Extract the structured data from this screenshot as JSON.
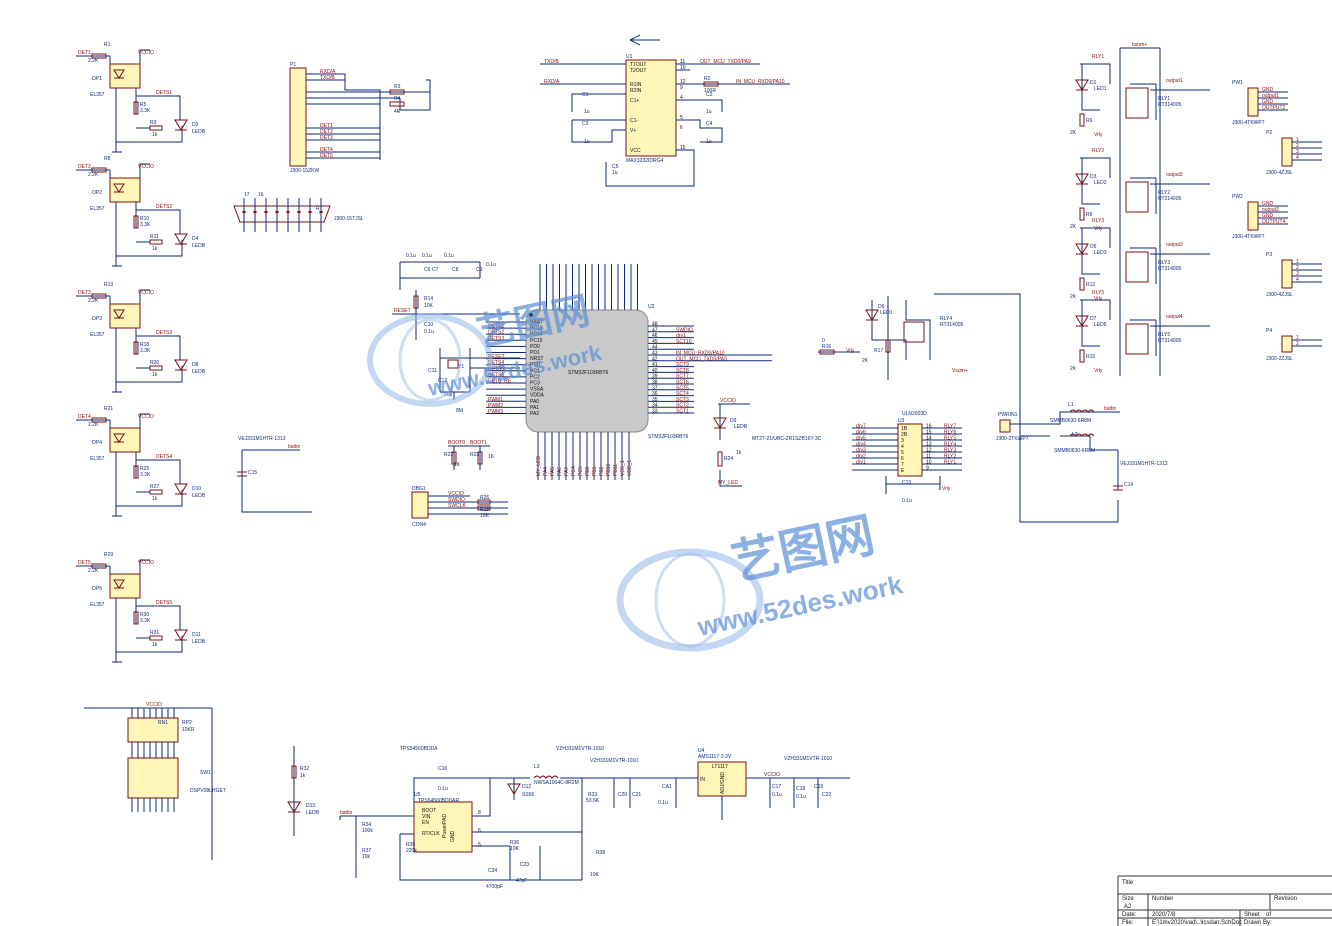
{
  "watermark": {
    "brand": "艺图网",
    "url": "www.52des.work",
    "color": "#5b8fd6"
  },
  "colors": {
    "wire": "#0b2a7a",
    "part": "#7a1010",
    "chip_fill": "#fff6b8",
    "net_label": "#8a0a0a"
  },
  "opto_channels": [
    {
      "det": "DET1",
      "r_top": "R1",
      "r_val": "2.2K",
      "opto": "OP1",
      "opto_type": "EL357",
      "r_mid": "R5",
      "r_mid_val": "3.3K",
      "r_low": "R3",
      "r_low_val": "1k",
      "led": "D2",
      "led_type": "LEDB",
      "dets": "DETS1",
      "vcc": "VCCIO"
    },
    {
      "det": "DET2",
      "r_top": "R8",
      "r_val": "2.2K",
      "opto": "OP2",
      "opto_type": "EL357",
      "r_mid": "R10",
      "r_mid_val": "3.3K",
      "r_low": "R11",
      "r_low_val": "1k",
      "led": "D4",
      "led_type": "LEDB",
      "dets": "DETS2",
      "vcc": "VCCIO"
    },
    {
      "det": "DET3",
      "r_top": "R13",
      "r_val": "2.2K",
      "opto": "OP3",
      "opto_type": "EL357",
      "r_mid": "R18",
      "r_mid_val": "3.3K",
      "r_low": "R20",
      "r_low_val": "1k",
      "led": "D8",
      "led_type": "LEDB",
      "dets": "DETS3",
      "vcc": "VCCIO"
    },
    {
      "det": "DET4",
      "r_top": "R21",
      "r_val": "2.2K",
      "opto": "OP4",
      "opto_type": "EL357",
      "r_mid": "R25",
      "r_mid_val": "3.3K",
      "r_low": "R27",
      "r_low_val": "1k",
      "led": "D10",
      "led_type": "LEDB",
      "dets": "DETS4",
      "vcc": "VCCIO"
    },
    {
      "det": "DET5",
      "r_top": "R29",
      "r_val": "2.2K",
      "opto": "OP5",
      "opto_type": "EL357",
      "r_mid": "R30",
      "r_mid_val": "3.3K",
      "r_low": "R31",
      "r_low_val": "1k",
      "led": "D11",
      "led_type": "LEDB",
      "dets": "DETS5",
      "vcc": "VCCIO"
    }
  ],
  "p1": {
    "ref": "P1",
    "part": "J300-15ZKW",
    "nets": [
      "RXD/A",
      "TXD/B",
      "DET1",
      "DET2",
      "DET3",
      "DET4",
      "DET5"
    ],
    "r_a": "R3",
    "r_b": "R4",
    "r_val": "4R"
  },
  "db": {
    "ref": "R",
    "part": "J300-15TJSL",
    "pin_a": "17",
    "pin_b": "16"
  },
  "u1": {
    "ref": "U1",
    "part": "MAX3232IDRG4",
    "left_pins": [
      "T1OUT",
      "T2OUT",
      "R1IN",
      "R2IN",
      "C1+",
      "C1-",
      "V+",
      "VCC"
    ],
    "right_nums": [
      "11",
      "10",
      "12",
      "9",
      "4",
      "5",
      "6",
      "15"
    ],
    "in_nets": [
      "TXD/B",
      "RXD/A"
    ],
    "out_nets": [
      "OUT_MCU_TXD0/PA9",
      "IN_MCU_RXD0/PA10"
    ],
    "r2": "R2",
    "r2_val": "100R",
    "caps": [
      "C1",
      "C2",
      "C3",
      "C4",
      "C5"
    ],
    "cap_val": "1u"
  },
  "decoupling": {
    "caps": [
      "C6",
      "C7",
      "C8",
      "C9"
    ],
    "vals": [
      "0.1u",
      "0.1u",
      "0.1u",
      "0.1u"
    ]
  },
  "reset": {
    "net": "RESET",
    "r": "R14",
    "r_val": "10K",
    "c": "C10",
    "c_val": "0.1u",
    "xtal": "Y1",
    "xtal_val": "8M",
    "c_a": "C11",
    "c_b": "C12",
    "c_x_val": "20p"
  },
  "u2": {
    "ref": "U2",
    "part": "STM32F103RBT6",
    "core_label": "STM32F103RBT6",
    "left_pins": [
      "VBAT",
      "PC13",
      "PC14",
      "PC15",
      "PD0",
      "PD1",
      "NRST",
      "PC0",
      "PC1",
      "PC2",
      "PC3",
      "VSSA",
      "VDDA",
      "PA0",
      "PA1",
      "PA2"
    ],
    "left_nets": [
      "",
      "DETS1",
      "DETS2",
      "DETS3",
      "",
      "",
      "RESET",
      "DETS4",
      "DETS5",
      "DETS6",
      "DETS_RE",
      "",
      "",
      "PWM1",
      "PWM2",
      "PWM3"
    ],
    "right_nums": [
      "48",
      "47",
      "46",
      "45",
      "44",
      "43",
      "42",
      "41",
      "40",
      "39",
      "38",
      "37",
      "36",
      "35",
      "34",
      "33"
    ],
    "right_nets": [
      "",
      "SWDIO",
      "drv1",
      "SCT10",
      "",
      "IN_MCU_RXD0/PA10",
      "OUT_MCU_TXD0/PA9",
      "SCT9",
      "SCT8",
      "SCT7",
      "SCT6",
      "SCT5",
      "SCT4",
      "SCT3",
      "SCT2",
      "SCT1"
    ],
    "bottom_nets": [
      "MY_LED",
      "PA4",
      "PA5",
      "PA6",
      "PA7",
      "PC4",
      "PC5",
      "PB0",
      "PB1",
      "PB2",
      "PB10",
      "PB11",
      "VSS_1",
      "VDD_1"
    ]
  },
  "boot": {
    "boot0": "BOOT0",
    "boot1": "BOOT1",
    "r_a": "R22",
    "r_b": "R23",
    "r_val": "1K"
  },
  "dbg": {
    "ref": "DBG1",
    "part": "CON4",
    "nets": [
      "VCCIO",
      "SWDIO",
      "SWCLK"
    ],
    "rs": [
      "R26",
      "R28"
    ],
    "r_val": "10K"
  },
  "my_led": {
    "d": "D9",
    "d_type": "LEDB",
    "r": "R24",
    "r_val": "1k",
    "net": "MY_LED",
    "vcc": "VCCIO"
  },
  "usb": {
    "part": "MT27-21/UBC-ZR1SZB16Y-3C"
  },
  "c15": {
    "ref": "C15",
    "part": "VEJ331M1HTR-1313",
    "net": "battin"
  },
  "relays_right": [
    {
      "relay": "RLY1",
      "diode": "D1",
      "led": "LED1",
      "r": "R6",
      "r_val": "2K",
      "output": "output1",
      "rt": "RT314005"
    },
    {
      "relay": "RLY2",
      "diode": "D3",
      "led": "LED2",
      "r": "R9",
      "r_val": "2K",
      "output": "output2",
      "rt": "RT314005"
    },
    {
      "relay": "RLY3",
      "diode": "D5",
      "led": "LED3",
      "r": "R12",
      "r_val": "2K",
      "output": "output3",
      "rt": "RT314005"
    },
    {
      "relay": "RLY5",
      "diode": "D7",
      "led": "LED5",
      "r": "R15",
      "r_val": "2K",
      "output": "output4",
      "rt": "RT314005"
    }
  ],
  "relay_common": {
    "vrly": "Vrly",
    "vsum": "Vsum+",
    "bsum": "bsum+"
  },
  "rly4": {
    "relay": "RLY4",
    "rt": "RT314005",
    "diode": "D6",
    "led": "LED1",
    "r16": "R16",
    "r16_val": "0",
    "r17": "R17",
    "r17_val": "2K",
    "vrly": "Vrly"
  },
  "u3": {
    "ref": "U3",
    "part": "ULN2003D",
    "inputs": [
      "drv7",
      "drv6",
      "drv5",
      "drv4",
      "drv3",
      "drv2",
      "drv1"
    ],
    "left_pins": [
      "1B",
      "2B",
      "3",
      "4",
      "5",
      "6",
      "7",
      "E"
    ],
    "right_nums": [
      "16",
      "15",
      "14",
      "13",
      "12",
      "11",
      "10",
      "9"
    ],
    "outputs": [
      "RLY7",
      "RLY6",
      "RLY5",
      "RLY4",
      "RLY3",
      "RLY2",
      "RLY1"
    ],
    "c13": "C13",
    "c13_val": "0.1u",
    "vrly": "Vrly"
  },
  "power_in": {
    "ref": "PWRIN1",
    "part": "J300-2TKWP7",
    "l1": "L1",
    "l2": "L2",
    "l_part": "SMMB0630-6R8M",
    "net": "battin",
    "c14": "C14",
    "c14_part": "VEJ331M1HTR-1313"
  },
  "conns": [
    {
      "ref": "PW1",
      "part": "J300-4TKWP7",
      "nets": [
        "GND",
        "output1",
        "GND",
        "OUTPUT2"
      ]
    },
    {
      "ref": "P2",
      "part": "J300-4ZJSL",
      "nets": [
        "1",
        "2",
        "3",
        "4"
      ]
    },
    {
      "ref": "PW2",
      "part": "J300-4TKWP7",
      "nets": [
        "GND",
        "output3",
        "GND",
        "OUTPUT4"
      ]
    },
    {
      "ref": "P3",
      "part": "J300-4ZJSL",
      "nets": [
        "1",
        "2",
        "3",
        "4"
      ]
    },
    {
      "ref": "P4",
      "part": "J300-2ZJSL",
      "nets": [
        "1",
        "2"
      ]
    }
  ],
  "switch": {
    "ref": "SW1",
    "part": "DSPV08LHGET",
    "rn": "RN1",
    "rp": "RP2",
    "rp_val": "10KR",
    "vcc": "VCCIO"
  },
  "power_led": {
    "r": "R32",
    "r_val": "1k",
    "d": "D13",
    "d_type": "LEDB"
  },
  "u5": {
    "ref": "U5",
    "part": "TPS54560BDDAR",
    "title": "TPS54560BDDA",
    "pins": [
      "BOOT",
      "VIN",
      "EN",
      "RT/CLK",
      "PowerPAD",
      "GND"
    ],
    "pin_nums": [
      "8",
      "6",
      "5"
    ],
    "c16": "C16",
    "c16_val": "0.1u",
    "l3": "L3",
    "l3_part": "NWSA1004C-8R2M",
    "d12": "D12",
    "d12_part": "SS56",
    "caps_part": "VZH331M1VTR-1010",
    "c20": "C20",
    "c21": "C21",
    "r33": "R33",
    "r33_val": "53.6K",
    "r34": "R34",
    "r34_val": "100k",
    "r37": "R37",
    "r37_val": "10k",
    "r35": "R35",
    "r35_val": "220k",
    "r36": "R36",
    "r36_val": "10K",
    "r38": "R38",
    "r38_val": "10K",
    "c23": "C23",
    "c23_val": "47pF",
    "c24": "C24",
    "c24_val": "4700pF",
    "net": "battin"
  },
  "u4": {
    "ref": "U4",
    "part": "AMS1117-3.3V",
    "title": "LT1117",
    "pin_in": "IN",
    "pin_adj": "ADJ/GND",
    "ca1": "CA1",
    "ca1_val": "0.1u",
    "c17": "C17",
    "c17_val": "0.1u",
    "c18": "C18",
    "c18_val": "0.1u",
    "c19": "C19",
    "c22": "C22",
    "caps_part": "VZH331M1VTR-1010",
    "vcc": "VCCIO"
  },
  "title_block": {
    "title": "Title",
    "size": "Size",
    "size_val": "A2",
    "number": "Number",
    "revision": "Revision",
    "date": "Date:",
    "date_val": "2020/7/8",
    "sheet": "Sheet",
    "of": "of",
    "file": "File:",
    "file_val": "E:\\1mv2020\\vad\\..\\lcsdan.SchDoc",
    "drawn": "Drawn By:"
  }
}
